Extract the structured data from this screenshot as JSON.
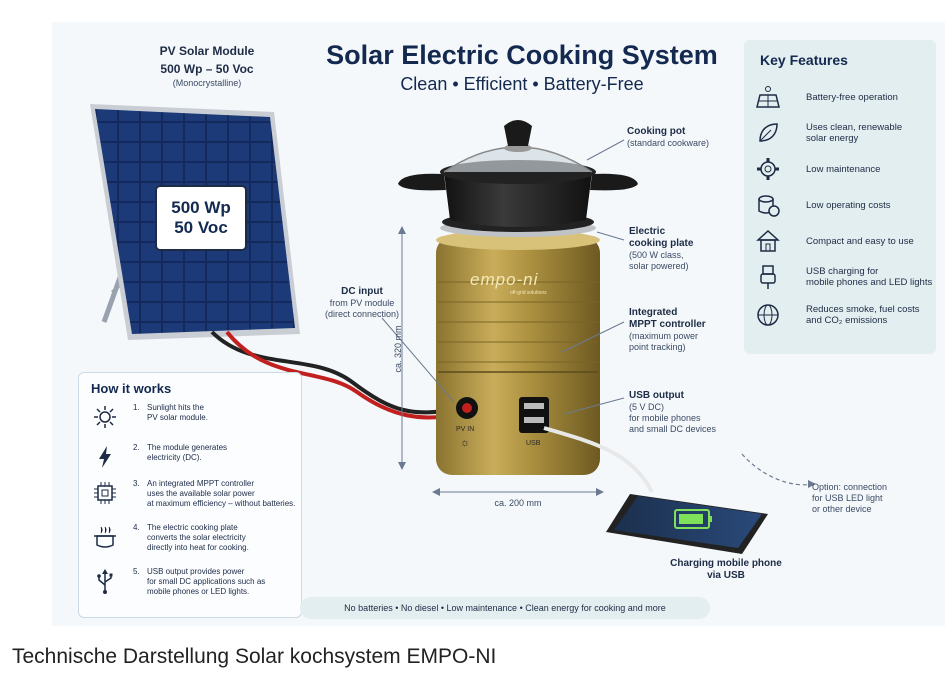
{
  "title": "Solar Electric Cooking System",
  "subtitle": "Clean • Efficient • Battery-Free",
  "pv_module": {
    "title": "PV Solar Module",
    "spec": "500 Wp – 50 Voc",
    "type": "(Monocrystalline)",
    "label_line1": "500 Wp",
    "label_line2": "50 Voc"
  },
  "callouts": {
    "dc_input_title": "DC input",
    "dc_input_l1": "from PV module",
    "dc_input_l2": "(direct connection)",
    "pot_title": "Cooking pot",
    "pot_sub": "(standard cookware)",
    "plate_t1": "Electric",
    "plate_t2": "cooking plate",
    "plate_s1": "(500 W class,",
    "plate_s2": "solar powered)",
    "mppt_t1": "Integrated",
    "mppt_t2": "MPPT controller",
    "mppt_s1": "(maximum power",
    "mppt_s2": "point tracking)",
    "usb_title": "USB output",
    "usb_s1": "(5 V DC)",
    "usb_s2": "for mobile phones",
    "usb_s3": "and small DC devices",
    "option_l1": "Option: connection",
    "option_l2": "for USB LED light",
    "option_l3": "or other device",
    "phone_l1": "Charging mobile phone",
    "phone_l2": "via USB",
    "height": "ca. 320 mm",
    "width": "ca. 200 mm",
    "brand": "empo-ni",
    "brand_sub": "off-grid solutions",
    "pv_in": "PV IN",
    "usb_label": "USB"
  },
  "key_features": {
    "heading": "Key Features",
    "items": [
      {
        "icon": "solar-panel-icon",
        "l1": "Battery-free operation",
        "l2": ""
      },
      {
        "icon": "leaf-icon",
        "l1": "Uses clean, renewable",
        "l2": "solar energy"
      },
      {
        "icon": "gear-icon",
        "l1": "Low maintenance",
        "l2": ""
      },
      {
        "icon": "coins-icon",
        "l1": "Low operating costs",
        "l2": ""
      },
      {
        "icon": "house-icon",
        "l1": "Compact and easy to use",
        "l2": ""
      },
      {
        "icon": "usb-plug-icon",
        "l1": "USB charging for",
        "l2": "mobile phones and LED lights"
      },
      {
        "icon": "globe-icon",
        "l1": "Reduces smoke, fuel costs",
        "l2": "and CO₂ emissions"
      }
    ]
  },
  "how_it_works": {
    "heading": "How it works",
    "steps": [
      {
        "icon": "sun-icon",
        "num": "1.",
        "l1": "Sunlight hits the",
        "l2": "PV solar module.",
        "l3": ""
      },
      {
        "icon": "lightning-icon",
        "num": "2.",
        "l1": "The module generates",
        "l2": "electricity (DC).",
        "l3": ""
      },
      {
        "icon": "chip-icon",
        "num": "3.",
        "l1": "An integrated MPPT controller",
        "l2": "uses the available solar power",
        "l3": "at maximum efficiency – without batteries."
      },
      {
        "icon": "pot-icon",
        "num": "4.",
        "l1": "The electric cooking plate",
        "l2": "converts the solar electricity",
        "l3": "directly into heat for cooking."
      },
      {
        "icon": "usb-icon",
        "num": "5.",
        "l1": "USB output provides power",
        "l2": "for small DC applications such as",
        "l3": "mobile phones or LED lights."
      }
    ]
  },
  "footer": "No batteries  •  No diesel  •  Low maintenance  •  Clean energy for cooking and more",
  "caption": "Technische Darstellung Solar kochsystem EMPO-NI"
}
